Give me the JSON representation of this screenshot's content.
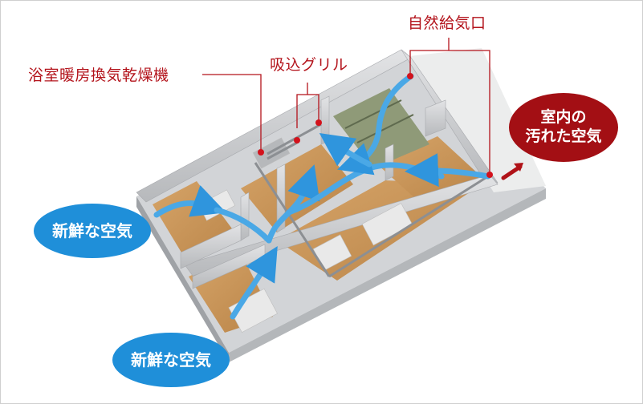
{
  "diagram": {
    "type": "ventilation-flow-floor-plan",
    "colors": {
      "label_red": "#b3131b",
      "fresh_air_blue": "#1f8fd9",
      "dirty_air_red": "#a30f14",
      "airflow_arrow": "#4aa8e6",
      "exhaust_arrow": "#b01218",
      "floor_wood": "#c8955a",
      "wall_gray": "#c9cbce",
      "tatami_green": "#8f9a78"
    },
    "labels": {
      "bathroom_dryer": "浴室暖房換気乾燥機",
      "intake_grille": "吸込グリル",
      "natural_air_inlet": "自然給気口"
    },
    "bubbles": {
      "fresh_air_top": "新鮮な空気",
      "fresh_air_bottom": "新鮮な空気",
      "dirty_air_line1": "室内の",
      "dirty_air_line2": "汚れた空気"
    }
  }
}
